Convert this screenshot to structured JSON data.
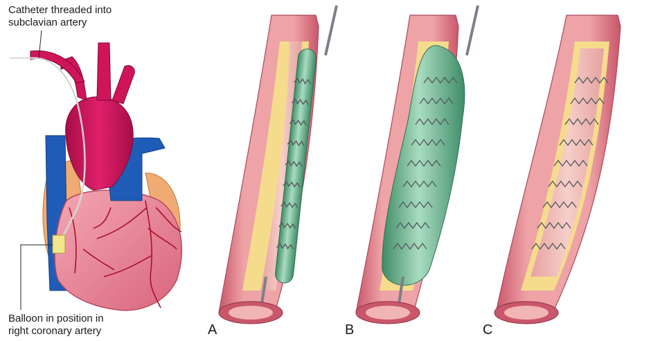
{
  "labels": {
    "catheter_line1": "Catheter threaded into",
    "catheter_line2": "subclavian artery",
    "balloon_line1": "Balloon in position in",
    "balloon_line2": "right coronary artery"
  },
  "panels": [
    "A",
    "B",
    "C"
  ],
  "colors": {
    "aorta": "#d0145a",
    "vena_cava": "#1a56b0",
    "heart_muscle": "#e88a9c",
    "atrium": "#f2b27a",
    "coronary_artery": "#b0122e",
    "vessel_wall": "#e89a9a",
    "plaque": "#f5dc8c",
    "balloon": "#7fbf9c",
    "stent": "#6f7377"
  }
}
